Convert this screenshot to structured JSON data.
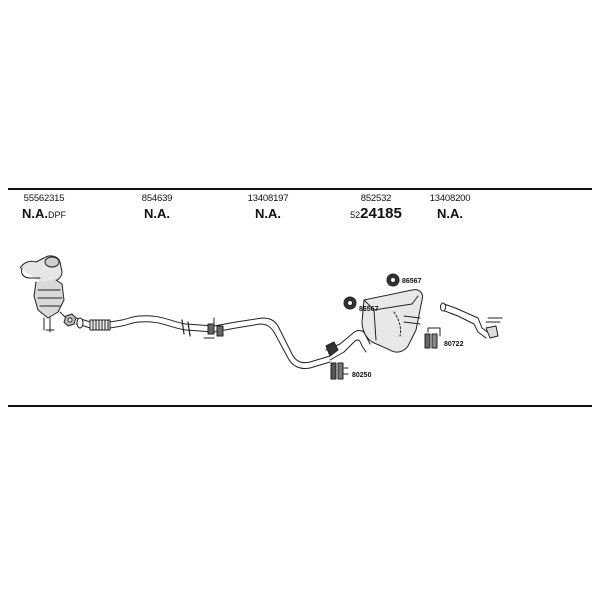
{
  "parts": [
    {
      "number": "55562315",
      "ref": "N.A.",
      "ref_suffix": "DPF"
    },
    {
      "number": "854639",
      "ref": "N.A."
    },
    {
      "number": "13408197",
      "ref": "N.A."
    },
    {
      "number": "852532",
      "ref_prefix": "52",
      "ref": "24185"
    },
    {
      "number": "13408200",
      "ref": "N.A."
    }
  ],
  "fittings": [
    {
      "label": "86567"
    },
    {
      "label": "86567"
    },
    {
      "label": "80722"
    },
    {
      "label": "80250"
    }
  ]
}
